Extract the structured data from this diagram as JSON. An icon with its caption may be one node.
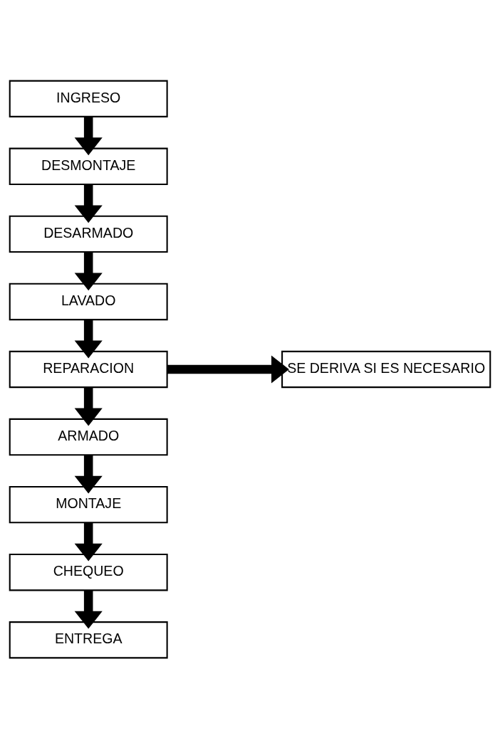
{
  "diagram": {
    "nodes": [
      {
        "text": [
          "INGRESO"
        ]
      },
      {
        "text": [
          "DESMONTAJE"
        ]
      },
      {
        "text": [
          "DESARMADO"
        ]
      },
      {
        "text": [
          "LAVADO"
        ]
      },
      {
        "text": [
          "REPARACION"
        ]
      },
      {
        "text": [
          "ARMADO"
        ]
      },
      {
        "text": [
          "MONTAJE"
        ]
      },
      {
        "text": [
          "CHEQUEO"
        ]
      },
      {
        "text": [
          "ENTREGA"
        ]
      },
      {
        "text": [
          "SE DERIVA SI ES NECESARIO"
        ]
      }
    ],
    "edges": [
      {
        "from": 0,
        "to": 1,
        "arrow": "to"
      },
      {
        "from": 1,
        "to": 2,
        "arrow": "to"
      },
      {
        "from": 2,
        "to": 3,
        "arrow": "to"
      },
      {
        "from": 3,
        "to": 4,
        "arrow": "to"
      },
      {
        "from": 4,
        "to": 5,
        "arrow": "to"
      },
      {
        "from": 5,
        "to": 6,
        "arrow": "to"
      },
      {
        "from": 6,
        "to": 7,
        "arrow": "to"
      },
      {
        "from": 7,
        "to": 8,
        "arrow": "to"
      },
      {
        "from": 4,
        "to": 9,
        "arrow": "to"
      }
    ]
  }
}
